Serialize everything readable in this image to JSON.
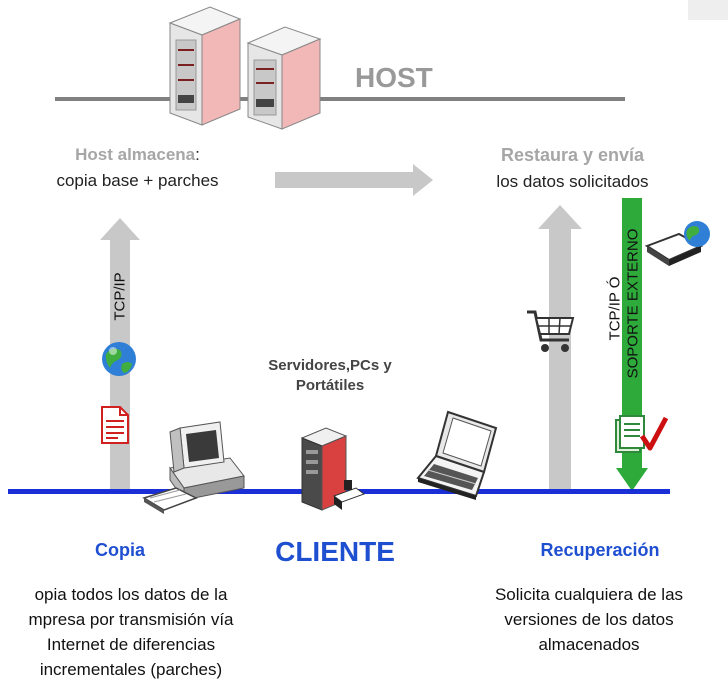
{
  "host": {
    "label": "HOST"
  },
  "host_stores": {
    "title": "Host almacena",
    "colon": ":",
    "text": "copia base + parches"
  },
  "host_restores": {
    "title": "Restaura y envía",
    "text": "los datos solicitados"
  },
  "arrows": {
    "left_label": "TCP/IP",
    "right_label_line1": "TCP/IP Ó",
    "right_label_line2": "SOPORTE EXTERNO"
  },
  "client_devices": {
    "line1": "Servidores,PCs y",
    "line2": "Portátiles"
  },
  "cliente": {
    "label": "CLIENTE"
  },
  "copia": {
    "title": "Copia",
    "lines": [
      "opia todos los datos de la",
      "mpresa por transmisión vía",
      "Internet de diferencias",
      "incrementales (parches)"
    ]
  },
  "recuperacion": {
    "title": "Recuperación",
    "lines": [
      "Solicita cualquiera de las",
      "versiones de los datos",
      "almacenados"
    ]
  },
  "colors": {
    "accent_blue": "#1f4fd1",
    "gray_text": "#a6a6a6",
    "network_line": "#1a2fd6",
    "host_line": "#808080",
    "arrow_gray": "#c8c8c8",
    "arrow_green": "#2eaa3a"
  },
  "icons": [
    "server-icon",
    "globe-icon",
    "document-icon",
    "desktop-pc-icon",
    "tower-server-icon",
    "laptop-icon",
    "shopping-cart-icon",
    "external-drive-icon",
    "checked-document-icon"
  ]
}
